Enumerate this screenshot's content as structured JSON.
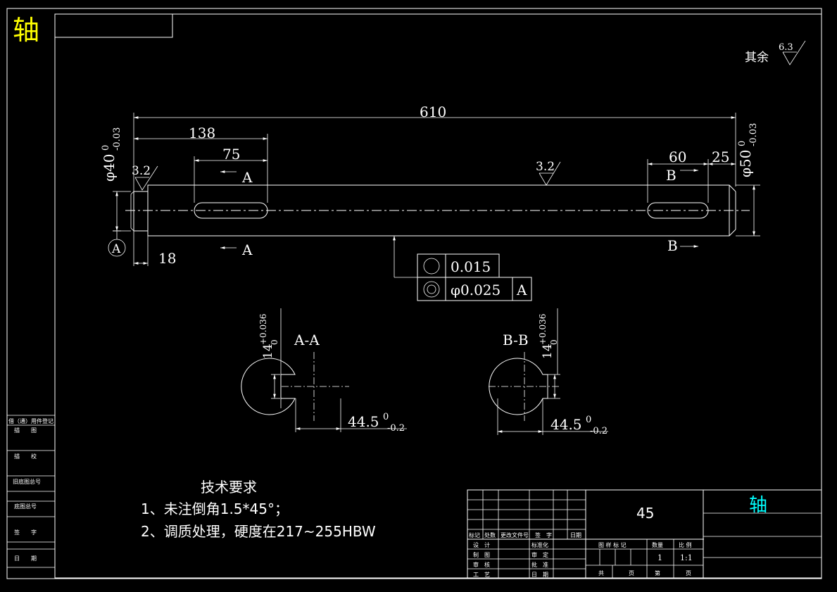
{
  "corner_title": "轴",
  "surface_rest": {
    "label": "其余",
    "value": "6.3"
  },
  "dimensions": {
    "total_length": "610",
    "length_138": "138",
    "length_75": "75",
    "length_60": "60",
    "length_25": "25",
    "length_18": "18",
    "dia_left": "φ40",
    "dia_left_upper": "0",
    "dia_left_lower": "-0.03",
    "dia_right": "φ50",
    "dia_right_upper": "0",
    "dia_right_lower": "-0.03"
  },
  "roughness": {
    "left": "3.2",
    "middle": "3.2"
  },
  "section_marks": {
    "a": "A",
    "b": "B"
  },
  "datum": "A",
  "tolerance_frame": {
    "row1": {
      "value": "0.015"
    },
    "row2": {
      "value": "φ0.025",
      "datum": "A"
    }
  },
  "sections": [
    {
      "title": "A-A",
      "width": "14",
      "width_upper": "+0.036",
      "width_lower": "0",
      "depth": "44.5",
      "depth_upper": "0",
      "depth_lower": "-0.2"
    },
    {
      "title": "B-B",
      "width": "14",
      "width_upper": "+0.036",
      "width_lower": "0",
      "depth": "44.5",
      "depth_upper": "0",
      "depth_lower": "-0.2"
    }
  ],
  "tech_requirements": {
    "title": "技术要求",
    "items": [
      "1、未注倒角1.5*45°；",
      "2、调质处理，硬度在217~255HBW"
    ]
  },
  "side_column": [
    "借（通）用件登记",
    "描　　图",
    "描　　校",
    "旧底图总号",
    "底图总号",
    "签　　字",
    "日　　期"
  ],
  "title_block": {
    "material": "45",
    "name": "轴",
    "revision_headers": [
      "标记",
      "处数",
      "更改文件号",
      "签　字",
      "日期"
    ],
    "rows": [
      {
        "left": "设　计",
        "right": "标准化"
      },
      {
        "left": "制　图",
        "right": "审　定"
      },
      {
        "left": "审　核",
        "right": "批　准"
      },
      {
        "left": "工　艺",
        "right": "日　期"
      }
    ],
    "stage_label": "图 样 标 记",
    "quantity_label": "数量",
    "scale_label": "比 例",
    "quantity": "1",
    "scale": "1:1",
    "total_label": "共",
    "page_label": "页",
    "sheet_label": "第",
    "page_label2": "页"
  }
}
